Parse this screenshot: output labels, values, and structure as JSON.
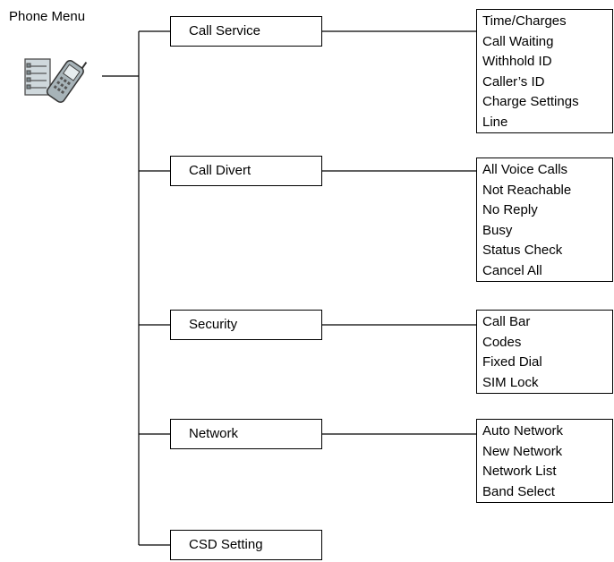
{
  "title": "Phone Menu",
  "icon": "phone-menu-icon",
  "menus": [
    {
      "label": "Call Service",
      "items": [
        "Time/Charges",
        "Call Waiting",
        "Withhold ID",
        "Caller’s ID",
        "Charge Settings",
        "Line"
      ]
    },
    {
      "label": "Call Divert",
      "items": [
        "All Voice Calls",
        "Not Reachable",
        "No Reply",
        "Busy",
        "Status Check",
        "Cancel All"
      ]
    },
    {
      "label": "Security",
      "items": [
        "Call Bar",
        "Codes",
        "Fixed Dial",
        "SIM Lock"
      ]
    },
    {
      "label": "Network",
      "items": [
        "Auto Network",
        "New Network",
        "Network List",
        "Band Select"
      ]
    },
    {
      "label": "CSD Setting",
      "items": []
    }
  ]
}
